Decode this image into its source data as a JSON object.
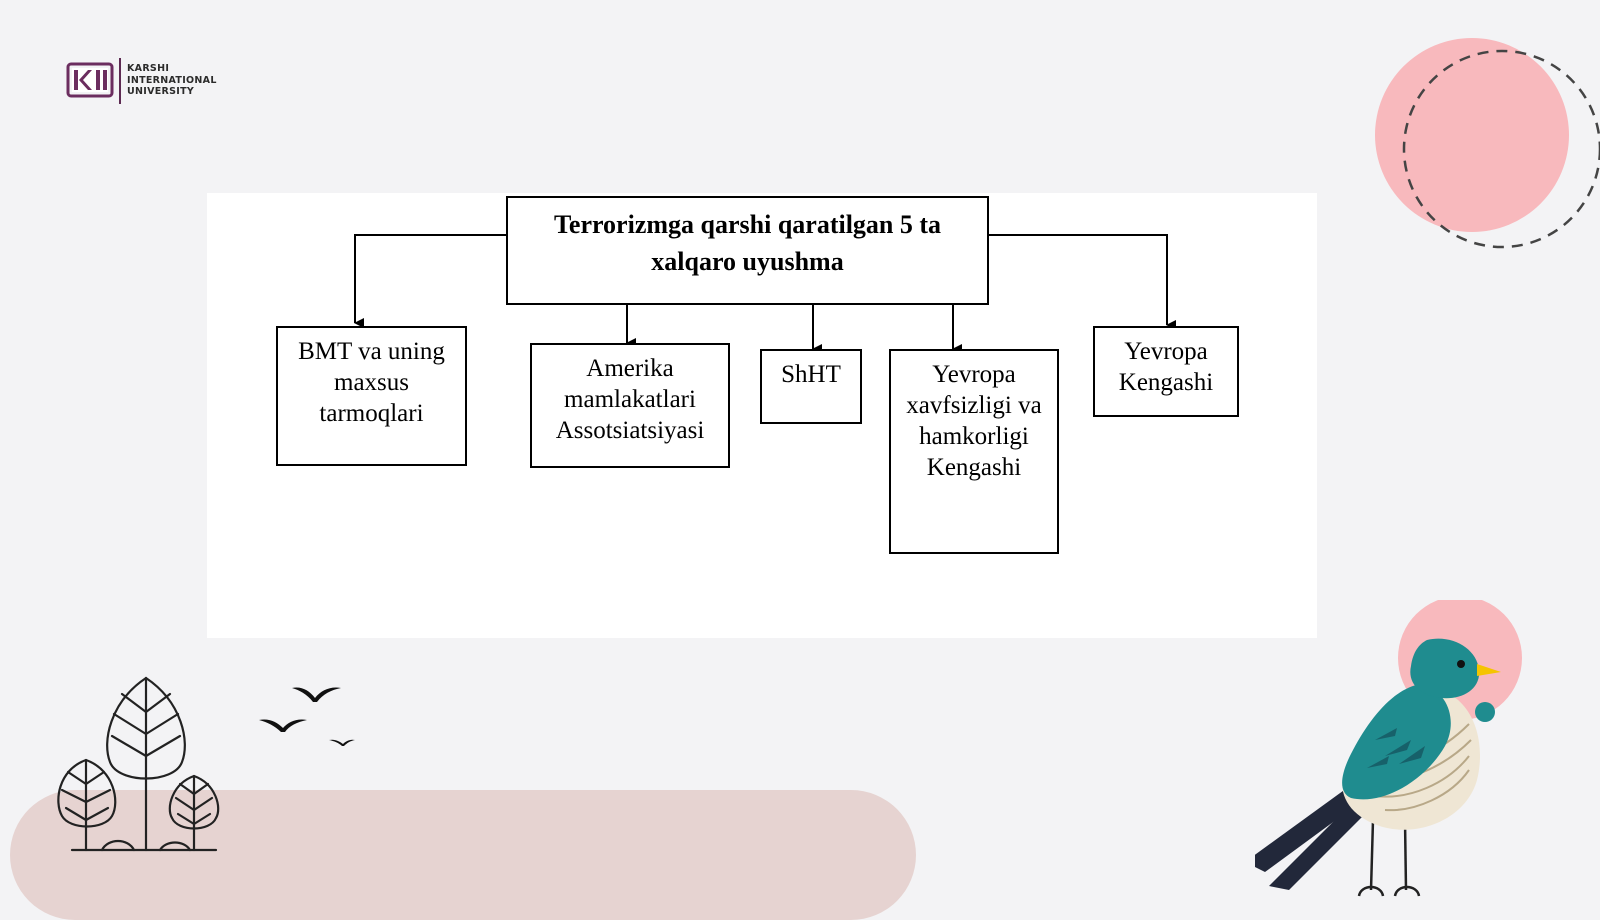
{
  "logo": {
    "line1": "KARSHI",
    "line2": "INTERNATIONAL",
    "line3": "UNIVERSITY",
    "brand_color": "#6b2d5f"
  },
  "diagram": {
    "root": {
      "label": "Terrorizmga qarshi qaratilgan 5 ta xalqaro uyushma"
    },
    "children": [
      {
        "label": "BMT va uning maxsus tarmoqlari"
      },
      {
        "label": "Amerika mamlakatlari Assotsiatsiyasi"
      },
      {
        "label": "ShHT"
      },
      {
        "label": "Yevropa xavfsizligi va hamkorligi Kengashi"
      },
      {
        "label": "Yevropa Kengashi"
      }
    ]
  },
  "colors": {
    "background": "#f3f3f5",
    "panel": "#ffffff",
    "accent_pink": "#f8b9bd",
    "ground": "#e6d3d1",
    "bird_teal": "#1f8c8f",
    "bird_cream": "#efe6d4",
    "bird_beak": "#f5c400"
  },
  "decorations": {
    "top_right": "pink-circle-with-dashed-ring",
    "bottom_left": "trees-and-flying-birds",
    "bottom_right": "perched-bird"
  }
}
